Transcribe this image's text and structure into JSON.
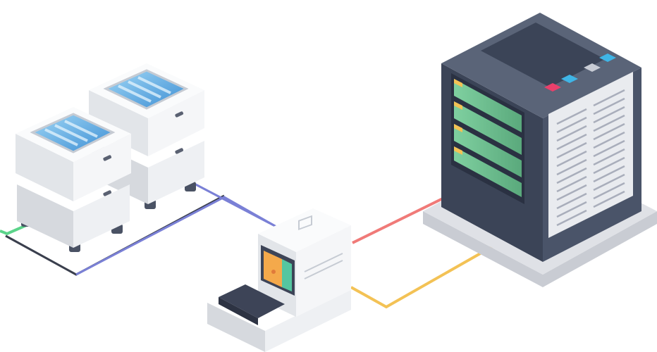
{
  "scene": {
    "description_hidden": "",
    "devices": [
      {
        "id": "printer-left",
        "kind": "printer"
      },
      {
        "id": "printer-right",
        "kind": "printer"
      },
      {
        "id": "terminal",
        "kind": "terminal"
      },
      {
        "id": "server-cabinet",
        "kind": "server"
      }
    ],
    "cables": [
      {
        "id": "cable-green",
        "color": "#5bd48a"
      },
      {
        "id": "cable-dark",
        "color": "#3a3f4d"
      },
      {
        "id": "cable-blue-1",
        "color": "#7a80d6"
      },
      {
        "id": "cable-blue-2",
        "color": "#7a80d6"
      },
      {
        "id": "cable-red",
        "color": "#f07a78"
      },
      {
        "id": "cable-yellow",
        "color": "#f3c255"
      }
    ]
  },
  "colors": {
    "server_body": "#3b4457",
    "server_side": "#4a5469",
    "server_top": "#5a6478",
    "server_base": "#c9ccd3",
    "drive_green": "#6fbf8e",
    "drive_dark_green": "#4f9e71",
    "drive_tab": "#f3c255",
    "vent_panel": "#e9ebef",
    "vent_line": "#a9aebb",
    "button_red": "#e9406b",
    "button_blue": "#3fb5e6",
    "button_gray": "#c8ccd5",
    "printer_body": "#eef0f3",
    "printer_shade": "#d6d9de",
    "printer_window": "#6ab6e8",
    "terminal_screen_orange": "#f4a94b",
    "terminal_screen_green": "#55c6a0",
    "terminal_keyboard": "#3d4457"
  }
}
